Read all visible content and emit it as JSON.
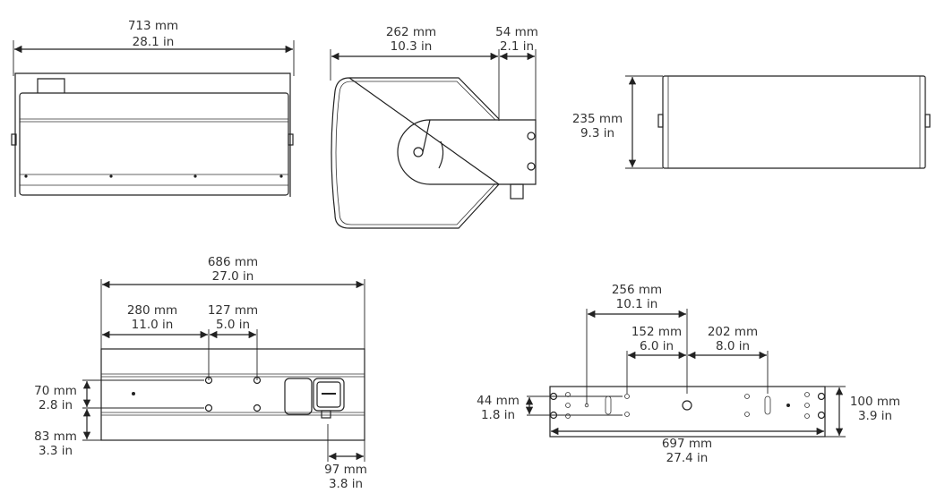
{
  "front_view": {
    "width": {
      "mm": "713 mm",
      "in": "28.1 in"
    }
  },
  "side_view": {
    "depth": {
      "mm": "262 mm",
      "in": "10.3 in"
    },
    "bracket": {
      "mm": "54 mm",
      "in": "2.1 in"
    }
  },
  "end_view": {
    "height": {
      "mm": "235 mm",
      "in": "9.3 in"
    }
  },
  "rear_view": {
    "width": {
      "mm": "686 mm",
      "in": "27.0 in"
    },
    "mount_offset": {
      "mm": "280 mm",
      "in": "11.0 in"
    },
    "mount_spacing": {
      "mm": "127 mm",
      "in": "5.0 in"
    },
    "vertical_spacing": {
      "mm": "70 mm",
      "in": "2.8 in"
    },
    "bottom_offset": {
      "mm": "83 mm",
      "in": "3.3 in"
    },
    "connector_offset": {
      "mm": "97 mm",
      "in": "3.8 in"
    }
  },
  "bracket_view": {
    "hole_offset_a": {
      "mm": "256 mm",
      "in": "10.1 in"
    },
    "hole_offset_b": {
      "mm": "152 mm",
      "in": "6.0 in"
    },
    "hole_offset_c": {
      "mm": "202 mm",
      "in": "8.0 in"
    },
    "hole_spacing": {
      "mm": "44 mm",
      "in": "1.8 in"
    },
    "height": {
      "mm": "100 mm",
      "in": "3.9 in"
    },
    "length": {
      "mm": "697 mm",
      "in": "27.4 in"
    }
  }
}
